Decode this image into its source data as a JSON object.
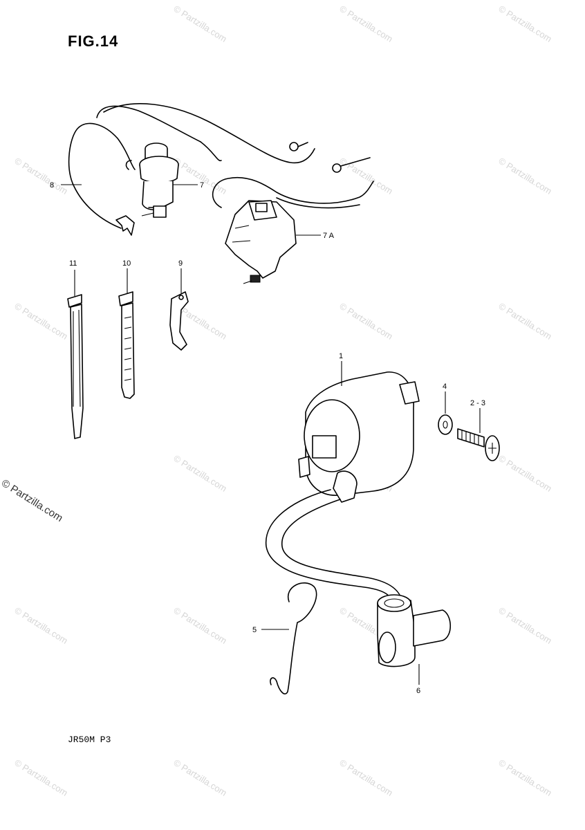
{
  "figure": {
    "title": "FIG.14",
    "model_code": "JR50M  P3"
  },
  "watermark": {
    "text": "© Partzilla.com"
  },
  "callouts": [
    {
      "id": "c8",
      "label": "8"
    },
    {
      "id": "c7",
      "label": "7"
    },
    {
      "id": "c7a",
      "label": "7 A"
    },
    {
      "id": "c11",
      "label": "11"
    },
    {
      "id": "c10",
      "label": "10"
    },
    {
      "id": "c9",
      "label": "9"
    },
    {
      "id": "c1",
      "label": "1"
    },
    {
      "id": "c4",
      "label": "4"
    },
    {
      "id": "c23",
      "label": "2 - 3"
    },
    {
      "id": "c5",
      "label": "5"
    },
    {
      "id": "c6",
      "label": "6"
    }
  ]
}
